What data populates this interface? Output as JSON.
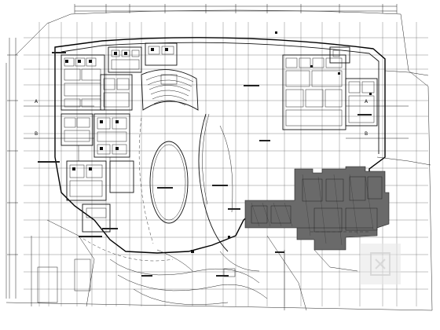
{
  "drawing": {
    "axis_labels": {
      "left_upper": "A",
      "left_lower": "B",
      "right_upper": "A",
      "right_lower": "B"
    }
  },
  "watermark": {
    "logo_icon": "seal-logo-icon"
  }
}
